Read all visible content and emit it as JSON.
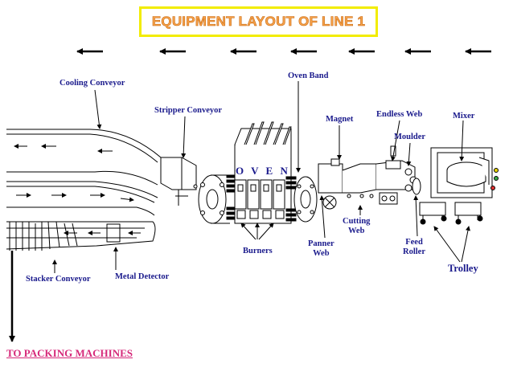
{
  "title": "EQUIPMENT LAYOUT OF LINE 1",
  "labels": {
    "cooling_conveyor": "Cooling Conveyor",
    "stripper_conveyor": "Stripper Conveyor",
    "oven_band": "Oven Band",
    "oven": "O V E N",
    "magnet": "Magnet",
    "endless_web": "Endless Web",
    "mixer": "Mixer",
    "moulder": "Moulder",
    "cutting_web": "Cutting\nWeb",
    "burners": "Burners",
    "panner_web": "Panner\nWeb",
    "feed_roller": "Feed\nRoller",
    "trolley": "Trolley",
    "stacker_conveyor": "Stacker Conveyor",
    "metal_detector": "Metal Detector",
    "to_packing": "TO PACKING MACHINES"
  },
  "colors": {
    "title_text": "#f7a24b",
    "title_border": "#f2ec00",
    "label_text": "#1a1a8c",
    "packing_text": "#d6297a",
    "line": "#000000"
  }
}
